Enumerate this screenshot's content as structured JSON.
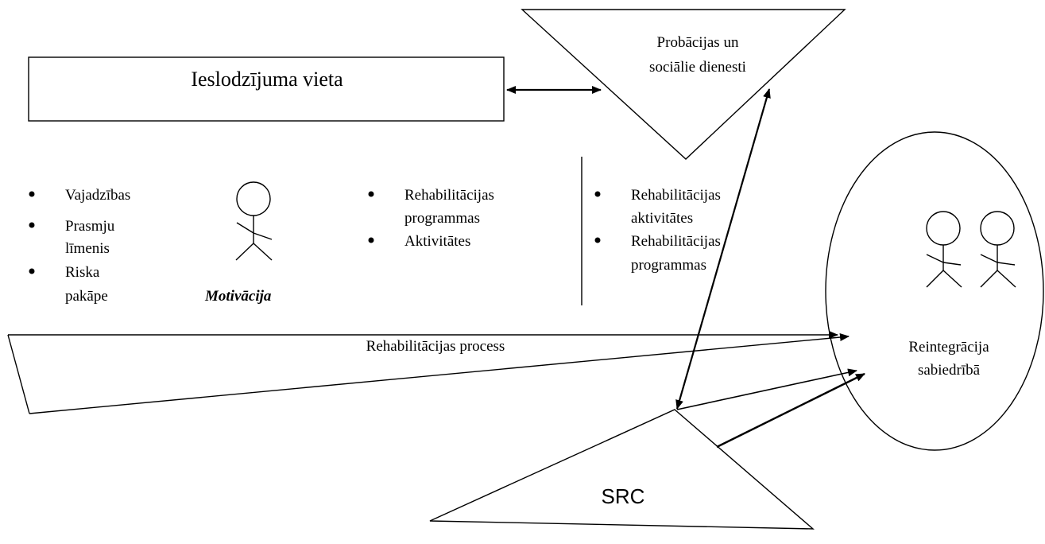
{
  "prison": {
    "label": "Ieslodzījuma vieta"
  },
  "probation": {
    "line1": "Probācijas un",
    "line2": "sociālie dienesti"
  },
  "needs_list": [
    "Vajadzības",
    "Prasmju",
    "līmenis",
    "Riska",
    "pakāpe"
  ],
  "motivation": {
    "label": "Motivācija"
  },
  "programs_list": [
    "Rehabilitācijas",
    "programmas",
    "Aktivitātes"
  ],
  "activities_list": [
    "Rehabilitācijas",
    "aktivitātes",
    "Rehabilitācijas",
    "programmas"
  ],
  "reintegration": {
    "line1": "Reintegrācija",
    "line2": "sabiedrībā"
  },
  "process": {
    "label": "Rehabilitācijas process"
  },
  "src": {
    "label": "SRC"
  }
}
